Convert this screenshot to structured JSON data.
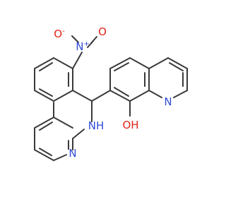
{
  "molecule": {
    "atoms": {
      "nitro_O_minus": {
        "text": "O",
        "charge": "-",
        "color": "#e2231a"
      },
      "nitro_N_plus": {
        "text": "N",
        "charge": "+",
        "color": "#2f4bd6"
      },
      "nitro_O": {
        "text": "O",
        "color": "#e2231a"
      },
      "quinoline_N": {
        "text": "N",
        "color": "#2f4bd6"
      },
      "hydroxyl": {
        "text": "OH",
        "color": "#e2231a"
      },
      "amine_NH": {
        "text": "NH",
        "color": "#2f4bd6"
      },
      "pyridine_N": {
        "text": "N",
        "color": "#2f4bd6"
      }
    },
    "bond_color": "#3a3a3a"
  }
}
